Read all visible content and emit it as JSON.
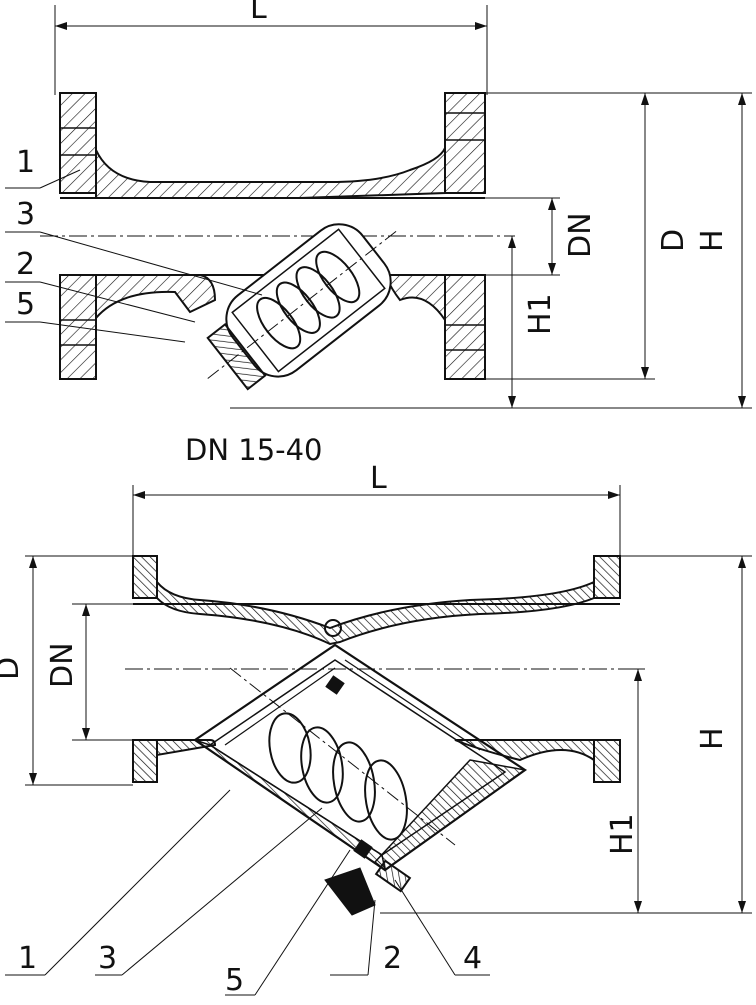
{
  "colors": {
    "ink": "#111111",
    "paper": "#ffffff"
  },
  "top_view": {
    "dim_L": "L",
    "dim_DN": "DN",
    "dim_D": "D",
    "dim_H": "H",
    "dim_H1": "H1",
    "parts": [
      "1",
      "3",
      "2",
      "5"
    ]
  },
  "caption": "DN 15-40",
  "bottom_view": {
    "dim_L": "L",
    "dim_D": "D",
    "dim_DN": "DN",
    "dim_H": "H",
    "dim_H1": "H1",
    "parts": [
      "1",
      "3",
      "5",
      "2",
      "4"
    ]
  }
}
